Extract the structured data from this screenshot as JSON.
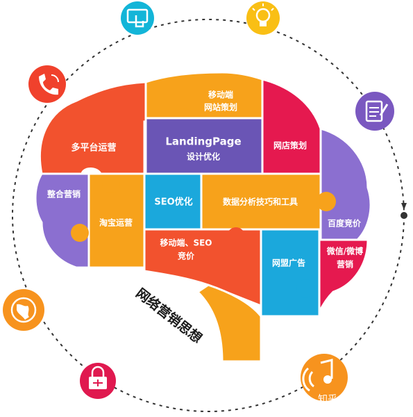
{
  "title": "网络营销思想",
  "watermark": "知乎",
  "pieces": {
    "multi_platform": "多平台运营",
    "mobile_site_plan_l1": "移动端",
    "mobile_site_plan_l2": "网站策划",
    "landing_page_l1": "LandingPage",
    "landing_page_l2": "设计优化",
    "store_plan": "网店策划",
    "integrated_marketing": "整合营销",
    "taobao_ops": "淘宝运营",
    "seo_opt": "SEO优化",
    "data_analysis": "数据分析技巧和工具",
    "baidu_bidding": "百度竞价",
    "mobile_seo_l1": "移动端、SEO",
    "mobile_seo_l2": "竞价",
    "alliance_ads": "网盟广告",
    "wechat_weibo_l1": "微信/微博",
    "wechat_weibo_l2": "营销"
  },
  "colors": {
    "orange": "#f7a21b",
    "red_orange": "#f2522e",
    "purple": "#6a55b5",
    "crimson": "#e5194f",
    "cyan": "#1ba8dc",
    "lavender": "#8b6fd0",
    "ring": "#333333",
    "icon_cyan": "#13b5d8",
    "icon_yellow": "#f9bf15",
    "icon_red": "#f0412c",
    "icon_purple": "#7a58c0",
    "icon_orange": "#f7931e",
    "icon_crimson": "#e0194f"
  },
  "icons": [
    "monitor-hand-icon",
    "lightbulb-icon",
    "phone-icon",
    "notepad-icon",
    "globe-icon",
    "shopping-basket-icon",
    "music-note-icon"
  ]
}
